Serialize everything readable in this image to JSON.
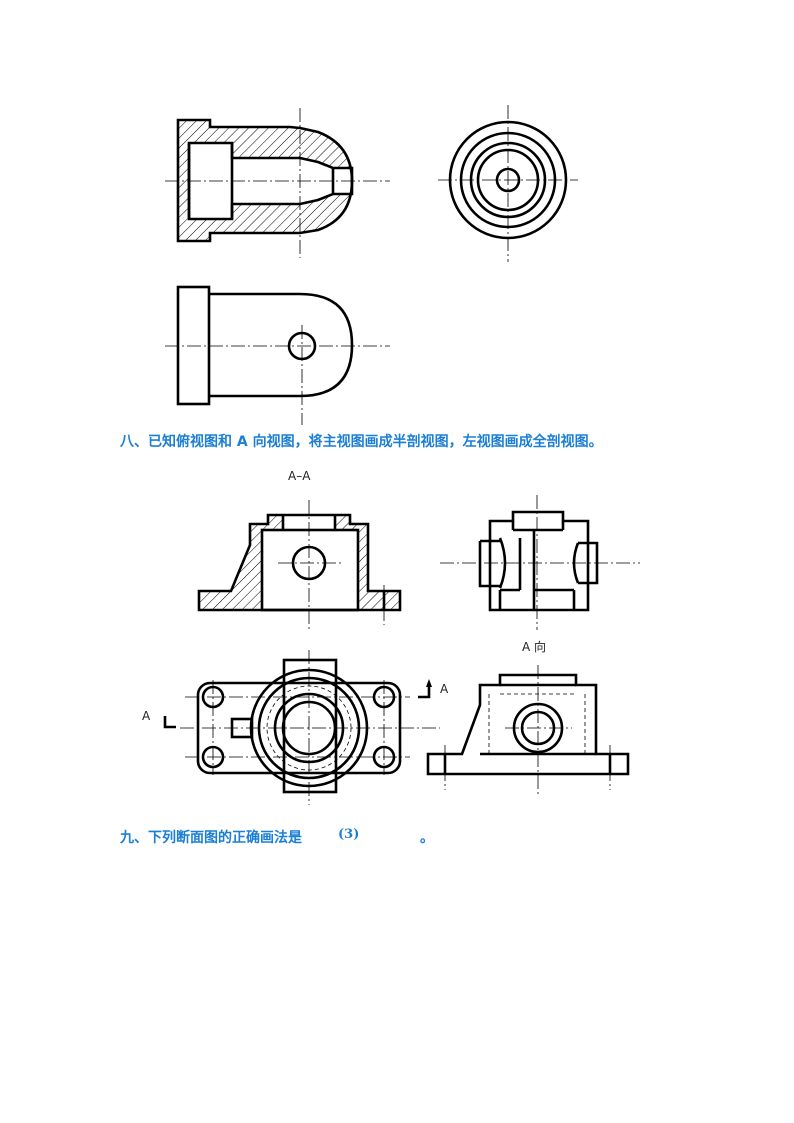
{
  "questions": {
    "q8": "八、已知俯视图和 A 向视图，将主视图画成半剖视图，左视图画成全剖视图。",
    "q9": "九、下列断面图的正确画法是",
    "q9_answer": "(3)",
    "q9_end": "。"
  },
  "drawing_labels": {
    "section": "A–A",
    "view_a": "A 向",
    "arrow_a_left": "A",
    "arrow_a_right": "A"
  }
}
